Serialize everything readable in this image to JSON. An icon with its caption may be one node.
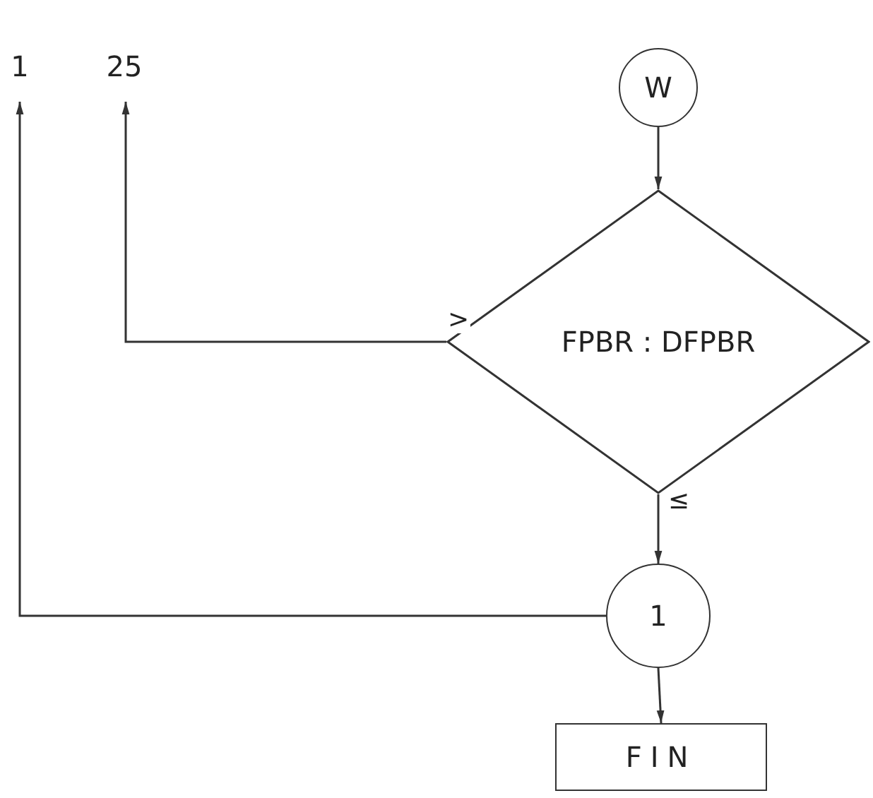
{
  "diagram": {
    "nodes": [
      {
        "text": [
          "1"
        ]
      },
      {
        "text": [
          "25"
        ]
      },
      {
        "text": [
          "W"
        ]
      },
      {
        "text": [
          "FPBR : DFPBR"
        ]
      },
      {
        "text": [
          "1"
        ]
      },
      {
        "text": [
          "FIN"
        ]
      }
    ],
    "edges": [
      {
        "from": 2,
        "to": 3,
        "arrow": "to"
      },
      {
        "from": 3,
        "to": 1,
        "arrow": "to",
        "label": ">"
      },
      {
        "from": 3,
        "to": 4,
        "arrow": "to",
        "label": "≤"
      },
      {
        "from": 4,
        "to": 0,
        "arrow": "to"
      },
      {
        "from": 4,
        "to": 5,
        "arrow": "to"
      }
    ]
  }
}
